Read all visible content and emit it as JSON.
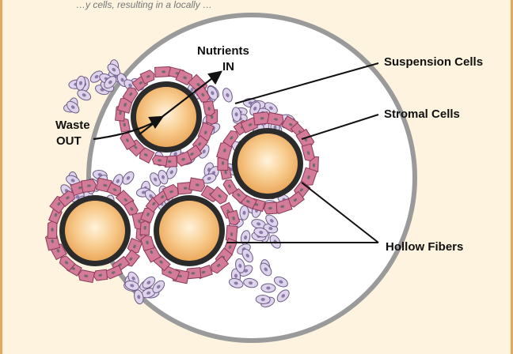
{
  "caption_fragment": "…y cells, resulting in a locally …",
  "labels": {
    "nutrients_line1": "Nutrients",
    "nutrients_line2": "IN",
    "waste_line1": "Waste",
    "waste_line2": "OUT",
    "suspension": "Suspension Cells",
    "stromal": "Stromal Cells",
    "hollow": "Hollow Fibers"
  },
  "colors": {
    "background": "#fdf3df",
    "outer_ring": "#9a9a9a",
    "fiber_wall": "#2b2b2b",
    "fiber_lumen": "#f3b870",
    "stromal_cell": "#d37b98",
    "suspension_cell": "#ddd3ea"
  }
}
